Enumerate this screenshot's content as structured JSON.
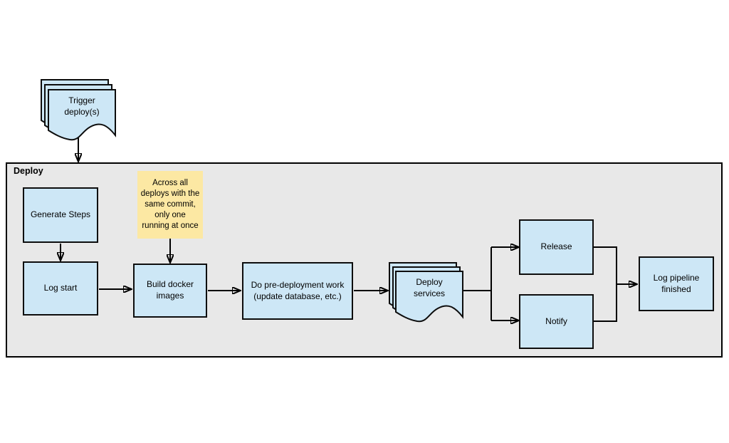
{
  "group": {
    "label": "Deploy"
  },
  "nodes": {
    "trigger": {
      "label": "Trigger\ndeploy(s)",
      "shape": "multi-document"
    },
    "generate_steps": {
      "label": "Generate Steps",
      "shape": "process"
    },
    "log_start": {
      "label": "Log start",
      "shape": "process"
    },
    "build_docker": {
      "label": "Build docker\nimages",
      "shape": "process"
    },
    "pre_deploy": {
      "label": "Do pre-deployment work\n(update database, etc.)",
      "shape": "process"
    },
    "deploy_services": {
      "label": "Deploy\nservices",
      "shape": "multi-document"
    },
    "release": {
      "label": "Release",
      "shape": "process"
    },
    "notify": {
      "label": "Notify",
      "shape": "process"
    },
    "log_finished": {
      "label": "Log pipeline\nfinished",
      "shape": "process"
    }
  },
  "note": {
    "text": "Across all\ndeploys with the\nsame commit,\nonly one\nrunning at once"
  },
  "colors": {
    "node_fill": "#cde7f6",
    "node_border": "#0d0d0d",
    "group_fill": "#e8e8e8",
    "group_border": "#000000",
    "note_fill": "#fce8a3",
    "connector": "#000000",
    "background": "#ffffff"
  }
}
